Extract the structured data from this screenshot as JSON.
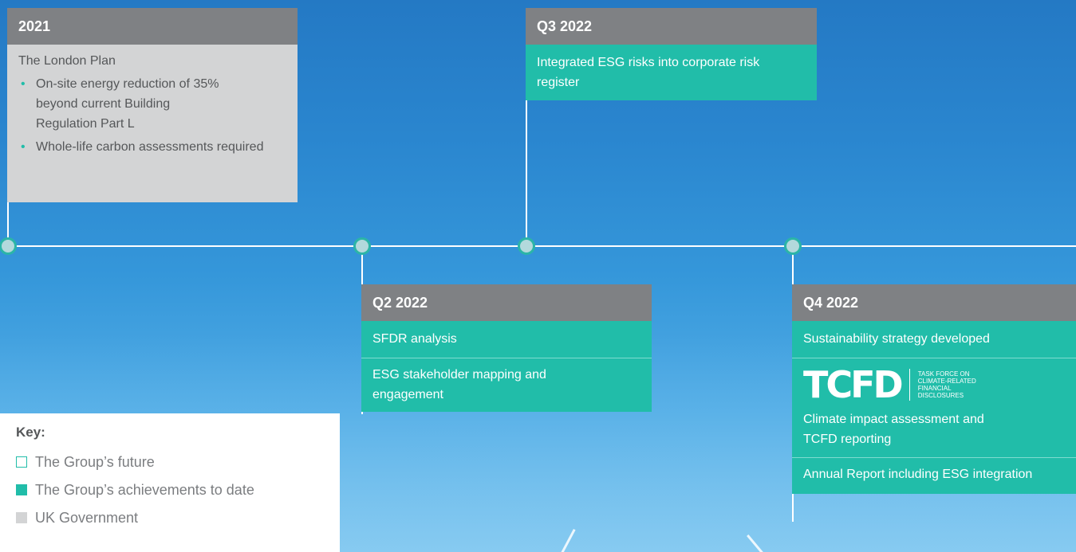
{
  "colors": {
    "teal": "#21bda9",
    "header_grey": "#7f8184",
    "light_grey": "#d3d4d5",
    "line": "#ffffff",
    "sky": "#2a86cf"
  },
  "timeline": {
    "card_2021": {
      "header": "2021",
      "title": "The London Plan",
      "bullets": [
        "On-site energy reduction of 35% beyond current Building Regulation Part L",
        "Whole-life carbon assessments required"
      ]
    },
    "card_q3_2022": {
      "header": "Q3 2022",
      "items": [
        "Integrated ESG risks into corporate risk register"
      ]
    },
    "card_q2_2022": {
      "header": "Q2 2022",
      "items": [
        "SFDR analysis",
        "ESG stakeholder mapping and engagement"
      ]
    },
    "card_q4_2022": {
      "header": "Q4 2022",
      "item_1": "Sustainability strategy developed",
      "tcfd_logo": "TCFD",
      "tcfd_text_1": "TASK FORCE on",
      "tcfd_text_2": "CLIMATE-RELATED",
      "tcfd_text_3": "FINANCIAL",
      "tcfd_text_4": "DISCLOSURES",
      "item_2": "Climate impact assessment and TCFD reporting",
      "item_3": "Annual Report including ESG integration"
    }
  },
  "key": {
    "title": "Key:",
    "items": [
      {
        "label": "The Group’s future",
        "swatch": "outline-teal"
      },
      {
        "label": "The Group’s achievements to date",
        "swatch": "teal"
      },
      {
        "label": "UK Government",
        "swatch": "grey"
      }
    ]
  }
}
